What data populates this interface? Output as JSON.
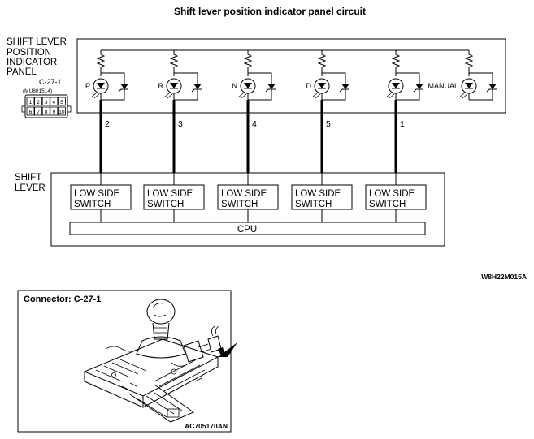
{
  "title": "Shift lever position indicator panel circuit",
  "panel": {
    "label_lines": [
      "SHIFT LEVER",
      "POSITION",
      "INDICATOR",
      "PANEL"
    ],
    "connector_name": "C-27-1",
    "connector_part": "(MU801514)",
    "connector_pins_top": [
      "1",
      "2",
      "3",
      "4",
      "5"
    ],
    "connector_pins_bottom": [
      "6",
      "7",
      "8",
      "9",
      "10"
    ]
  },
  "indicators": [
    {
      "label": "P",
      "pin": "2"
    },
    {
      "label": "R",
      "pin": "3"
    },
    {
      "label": "N",
      "pin": "4"
    },
    {
      "label": "D",
      "pin": "5"
    },
    {
      "label": "",
      "pin": "1"
    },
    {
      "label": "MANUAL",
      "pin": ""
    }
  ],
  "shift_lever": {
    "label_lines": [
      "SHIFT",
      "LEVER"
    ],
    "switches": [
      {
        "line1": "LOW SIDE",
        "line2": "SWITCH"
      },
      {
        "line1": "LOW SIDE",
        "line2": "SWITCH"
      },
      {
        "line1": "LOW SIDE",
        "line2": "SWITCH"
      },
      {
        "line1": "LOW SIDE",
        "line2": "SWITCH"
      },
      {
        "line1": "LOW SIDE",
        "line2": "SWITCH"
      }
    ],
    "cpu_label": "CPU"
  },
  "diagram_code": "W8H22M015A",
  "connector_view": {
    "title": "Connector: C-27-1",
    "image_code": "AC705170AN"
  }
}
